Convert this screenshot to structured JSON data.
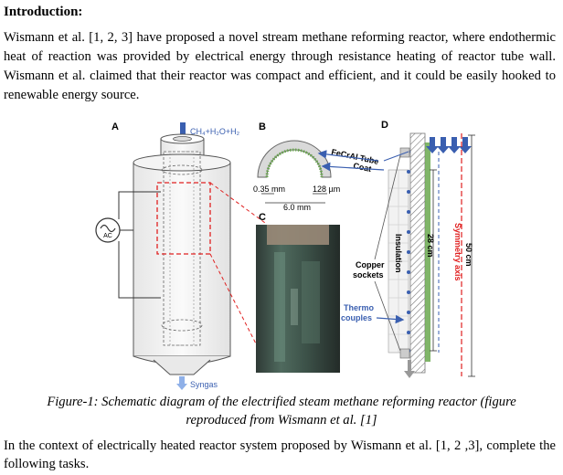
{
  "heading": "Introduction:",
  "intro_paragraph": "Wismann et al. [1, 2, 3] have proposed a novel stream methane reforming reactor, where endothermic heat of reaction was provided by electrical energy through resistance heating of reactor tube wall. Wismann et al. claimed that their reactor was compact and efficient, and it could be easily hooked to renewable energy source.",
  "figure": {
    "panel_labels": {
      "a": "A",
      "b": "B",
      "c": "C",
      "d": "D"
    },
    "feed_label": "CH₄+H₂O+H₂",
    "product_label": "Syngas",
    "ac_label": "AC",
    "dim_wall": "0.35 mm",
    "dim_coat": "128 µm",
    "dim_diameter": "6.0 mm",
    "fecral_tube": "FeCrAl Tube",
    "coat": "Coat",
    "copper_sockets_line1": "Copper",
    "copper_sockets_line2": "sockets",
    "thermocouples_line1": "Thermo",
    "thermocouples_line2": "couples",
    "insulation": "Insulation",
    "length_28": "28 cm",
    "length_50": "50 cm",
    "symmetry_axis": "Symmetry axis",
    "accent_blue": "#3a5fb0",
    "accent_red": "#e02020",
    "coat_green": "#6aa84f"
  },
  "caption_line1": "Figure-1: Schematic diagram of the electrified steam methane reforming reactor (figure",
  "caption_line2": "reproduced from Wismann et al. [1]",
  "outro_paragraph": "In the context of electrically heated reactor system proposed by Wismann et al. [1, 2 ,3], complete the following tasks."
}
